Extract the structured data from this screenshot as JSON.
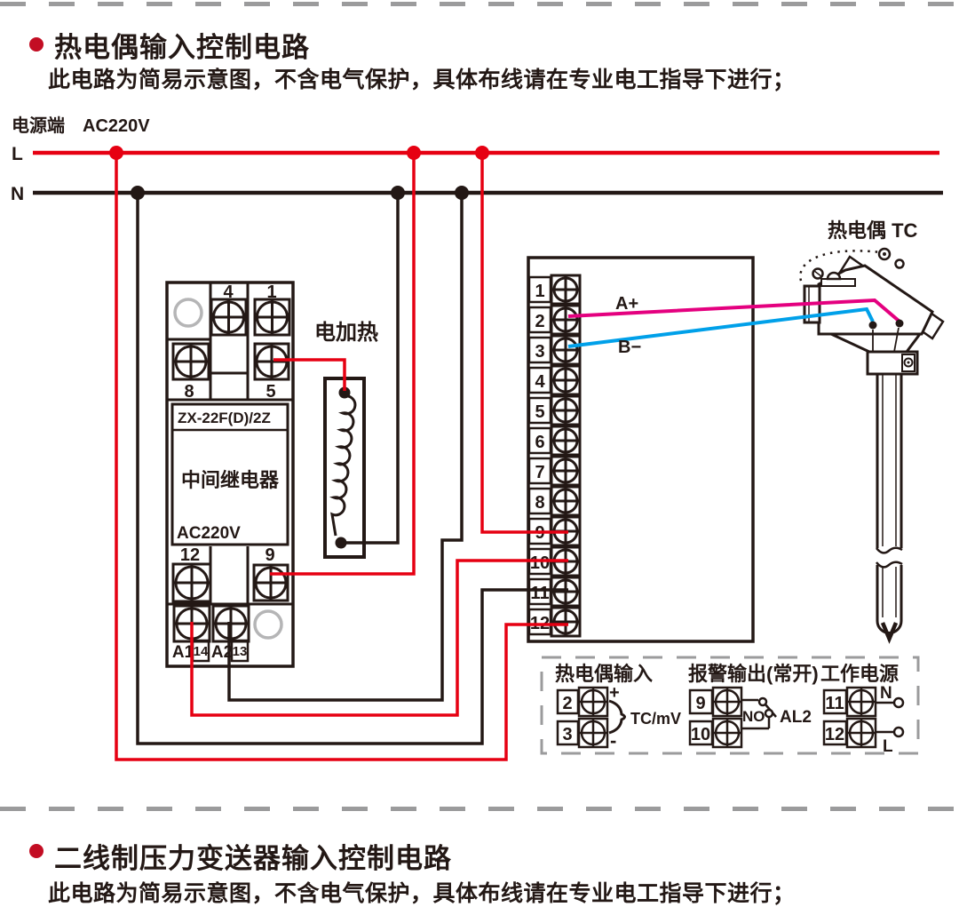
{
  "section1": {
    "title": "热电偶输入控制电路",
    "subtitle": "此电路为简易示意图，不含电气保护，具体布线请在专业电工指导下进行；"
  },
  "section2": {
    "title": "二线制压力变送器输入控制电路",
    "subtitle": "此电路为简易示意图，不含电气保护，具体布线请在专业电工指导下进行；"
  },
  "power": {
    "label": "电源端　AC220V",
    "live": "L",
    "neutral": "N"
  },
  "relay": {
    "model": "ZX-22F(D)/2Z",
    "name": "中间继电器",
    "voltage": "AC220V",
    "terminals": {
      "t4": "4",
      "t1": "1",
      "t8": "8",
      "t5": "5",
      "t12": "12",
      "t9": "9",
      "a1": "A1",
      "t14": "14",
      "a2": "A2",
      "t13": "13"
    }
  },
  "heater": {
    "label": "电加热"
  },
  "instrument": {
    "terminals": [
      "1",
      "2",
      "3",
      "4",
      "5",
      "6",
      "7",
      "8",
      "9",
      "10",
      "11",
      "12"
    ]
  },
  "sensor_wires": {
    "a_plus": "A+",
    "b_minus": "B−"
  },
  "thermocouple": {
    "label": "热电偶 TC"
  },
  "legend": {
    "tc_input": {
      "title": "热电偶输入",
      "t2": "2",
      "t3": "3",
      "plus": "+",
      "minus": "-",
      "signal": "TC/mV"
    },
    "alarm": {
      "title": "报警输出(常开)",
      "t9": "9",
      "t10": "10",
      "no": "NO",
      "al2": "AL2"
    },
    "supply": {
      "title": "工作电源",
      "t11": "11",
      "t12": "12",
      "n": "N",
      "l": "L"
    }
  },
  "colors": {
    "line_red": "#e60012",
    "line_black": "#231815",
    "wire_magenta": "#e4007f",
    "wire_cyan": "#00a0e9",
    "dash_gray": "#9b9b9c",
    "bullet_red": "#c30d23"
  }
}
